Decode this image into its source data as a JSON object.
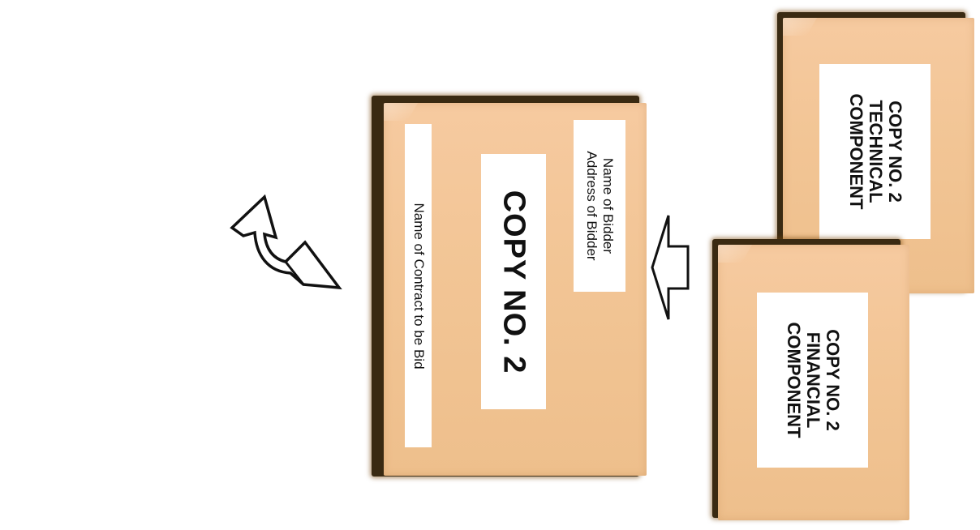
{
  "main_envelope": {
    "title": "COPY NO. 2",
    "bidder_name": "Name of Bidder",
    "bidder_address": "Address of Bidder",
    "contract_name": "Name of Contract to be Bid"
  },
  "technical_envelope": {
    "line1": "COPY NO. 2",
    "line2": "TECHNICAL",
    "line3": "COMPONENT"
  },
  "financial_envelope": {
    "line1": "COPY NO. 2",
    "line2": "FINANCIAL",
    "line3": "COMPONENT"
  },
  "colors": {
    "envelope": "#f2c595",
    "envelope_shadow": "#3a2a12",
    "label": "#ffffff",
    "text": "#111111"
  }
}
